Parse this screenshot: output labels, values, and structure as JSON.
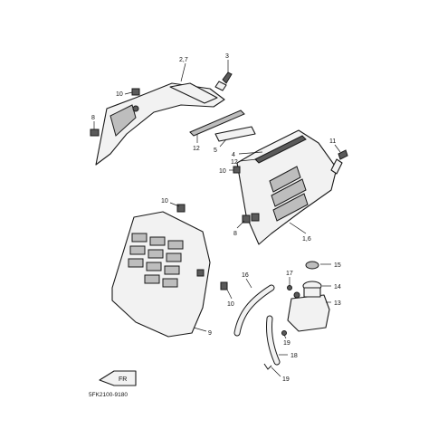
{
  "diagram": {
    "catalog_code": "5FK2100-9180",
    "front_badge": "FR",
    "callouts": {
      "c27": "2,7",
      "c3": "3",
      "c10a": "10",
      "c8a": "8",
      "c12a": "12",
      "c5": "5",
      "c4": "4",
      "c12b": "12",
      "c10b": "10",
      "c11": "11",
      "c10c": "10",
      "c8b": "8",
      "c16": "1,6",
      "c15": "15",
      "c16tube": "16",
      "c17": "17",
      "c14": "14",
      "c13": "13",
      "c10d": "10",
      "c9": "9",
      "c19a": "19",
      "c18": "18",
      "c19b": "19"
    }
  }
}
